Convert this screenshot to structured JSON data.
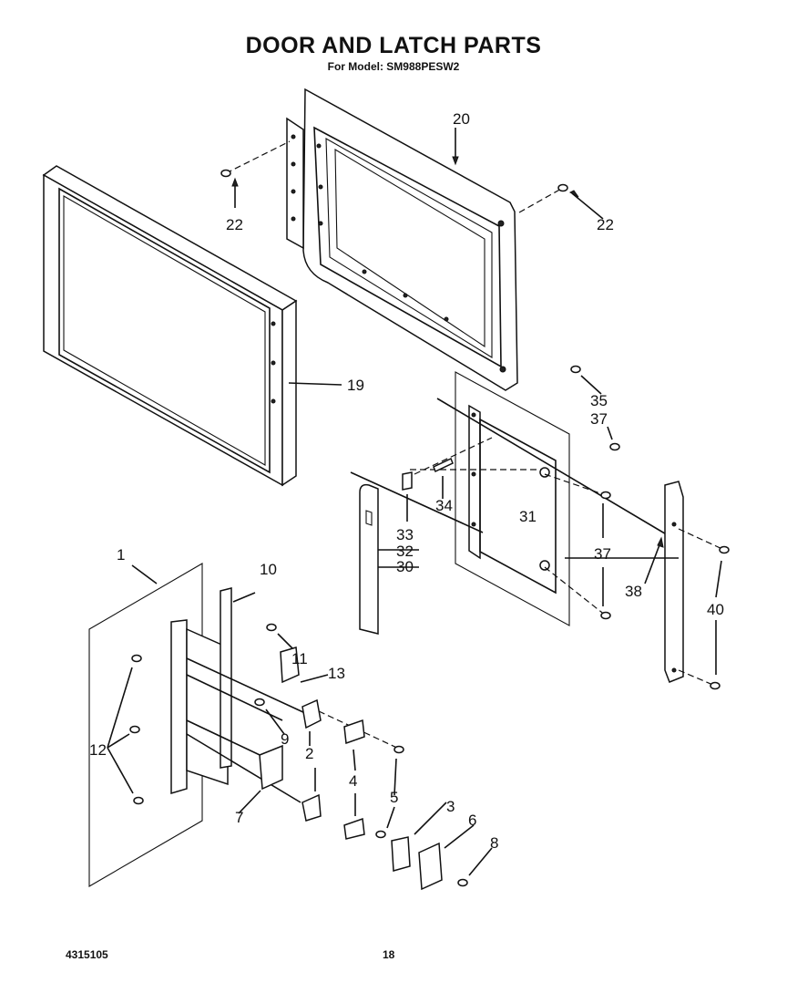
{
  "page": {
    "title": "DOOR AND LATCH PARTS",
    "subtitle": "For Model: SM988PESW2",
    "doc_number": "4315105",
    "page_number": "18"
  },
  "callouts": {
    "c1": "1",
    "c2": "2",
    "c3": "3",
    "c4": "4",
    "c5": "5",
    "c6": "6",
    "c7": "7",
    "c8": "8",
    "c9": "9",
    "c10": "10",
    "c11": "11",
    "c12": "12",
    "c13": "13",
    "c19": "19",
    "c20": "20",
    "c22a": "22",
    "c22b": "22",
    "c30": "30",
    "c31": "31",
    "c32": "32",
    "c33": "33",
    "c34": "34",
    "c35": "35",
    "c37a": "37",
    "c37b": "37",
    "c38": "38",
    "c40": "40"
  }
}
